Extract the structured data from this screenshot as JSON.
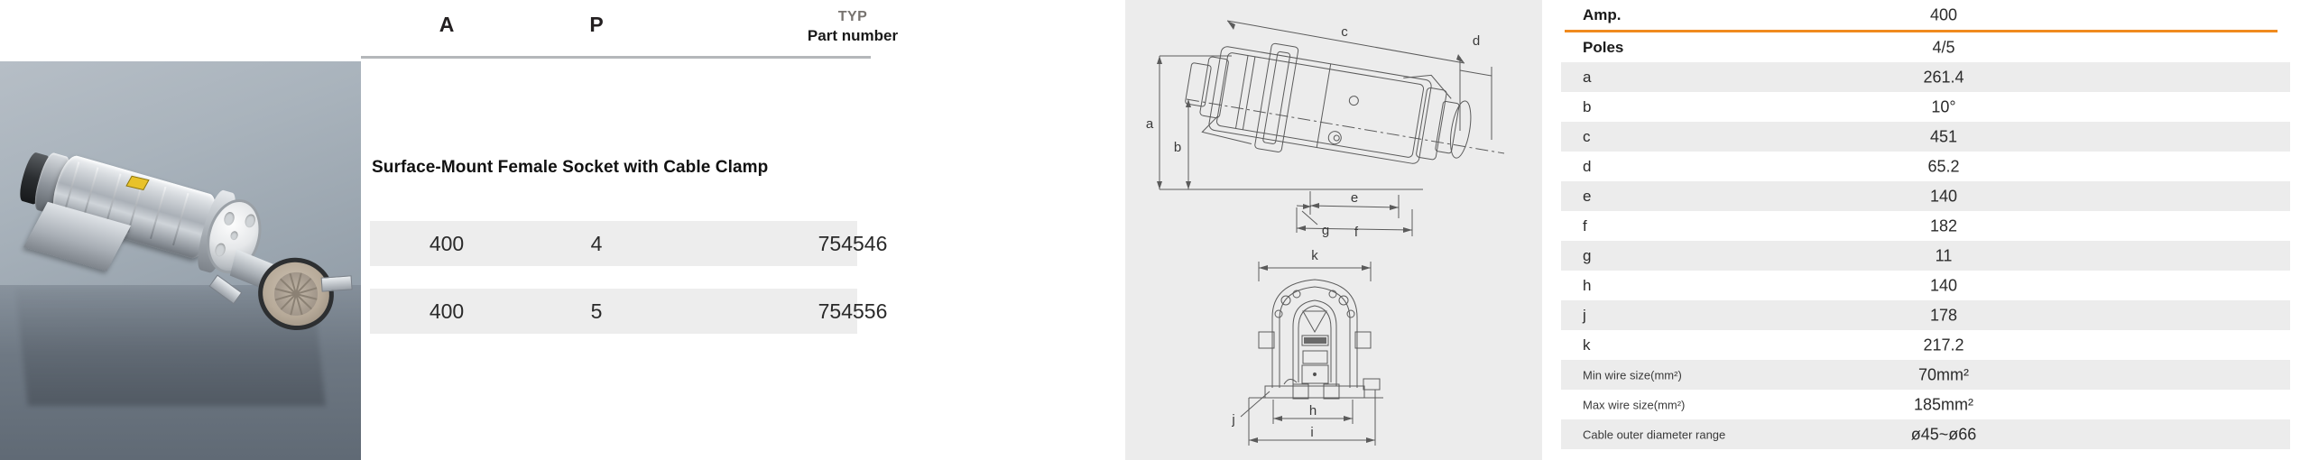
{
  "product": {
    "title": "Surface-Mount Female Socket with Cable Clamp",
    "photo_alt": "industrial-connector-socket"
  },
  "part_table": {
    "headers": {
      "amps": "A",
      "poles": "P",
      "type_small": "TYP",
      "type_main": "Part number"
    },
    "rows": [
      {
        "amps": "400",
        "poles": "4",
        "part_number": "754546"
      },
      {
        "amps": "400",
        "poles": "5",
        "part_number": "754556"
      }
    ]
  },
  "drawing": {
    "labels_top": [
      "a",
      "b",
      "c",
      "d",
      "e",
      "f",
      "g"
    ],
    "labels_bottom": [
      "k",
      "j",
      "h",
      "i"
    ],
    "background": "#ececec"
  },
  "dim_table": {
    "accent_color": "#f08a1e",
    "rows": [
      {
        "label": "Amp.",
        "value": "400",
        "bold": true
      },
      {
        "label": "Poles",
        "value": "4/5",
        "bold": true
      },
      {
        "label": "a",
        "value": "261.4"
      },
      {
        "label": "b",
        "value": "10°"
      },
      {
        "label": "c",
        "value": "451"
      },
      {
        "label": "d",
        "value": "65.2"
      },
      {
        "label": "e",
        "value": "140"
      },
      {
        "label": "f",
        "value": "182"
      },
      {
        "label": "g",
        "value": "11"
      },
      {
        "label": "h",
        "value": "140"
      },
      {
        "label": "j",
        "value": "178"
      },
      {
        "label": "k",
        "value": "217.2"
      },
      {
        "label": "Min wire size(mm²)",
        "value": "70mm²",
        "small": true
      },
      {
        "label": "Max wire size(mm²)",
        "value": "185mm²",
        "small": true
      },
      {
        "label": "Cable outer diameter range",
        "value": "ø45~ø66",
        "small": true
      }
    ]
  }
}
